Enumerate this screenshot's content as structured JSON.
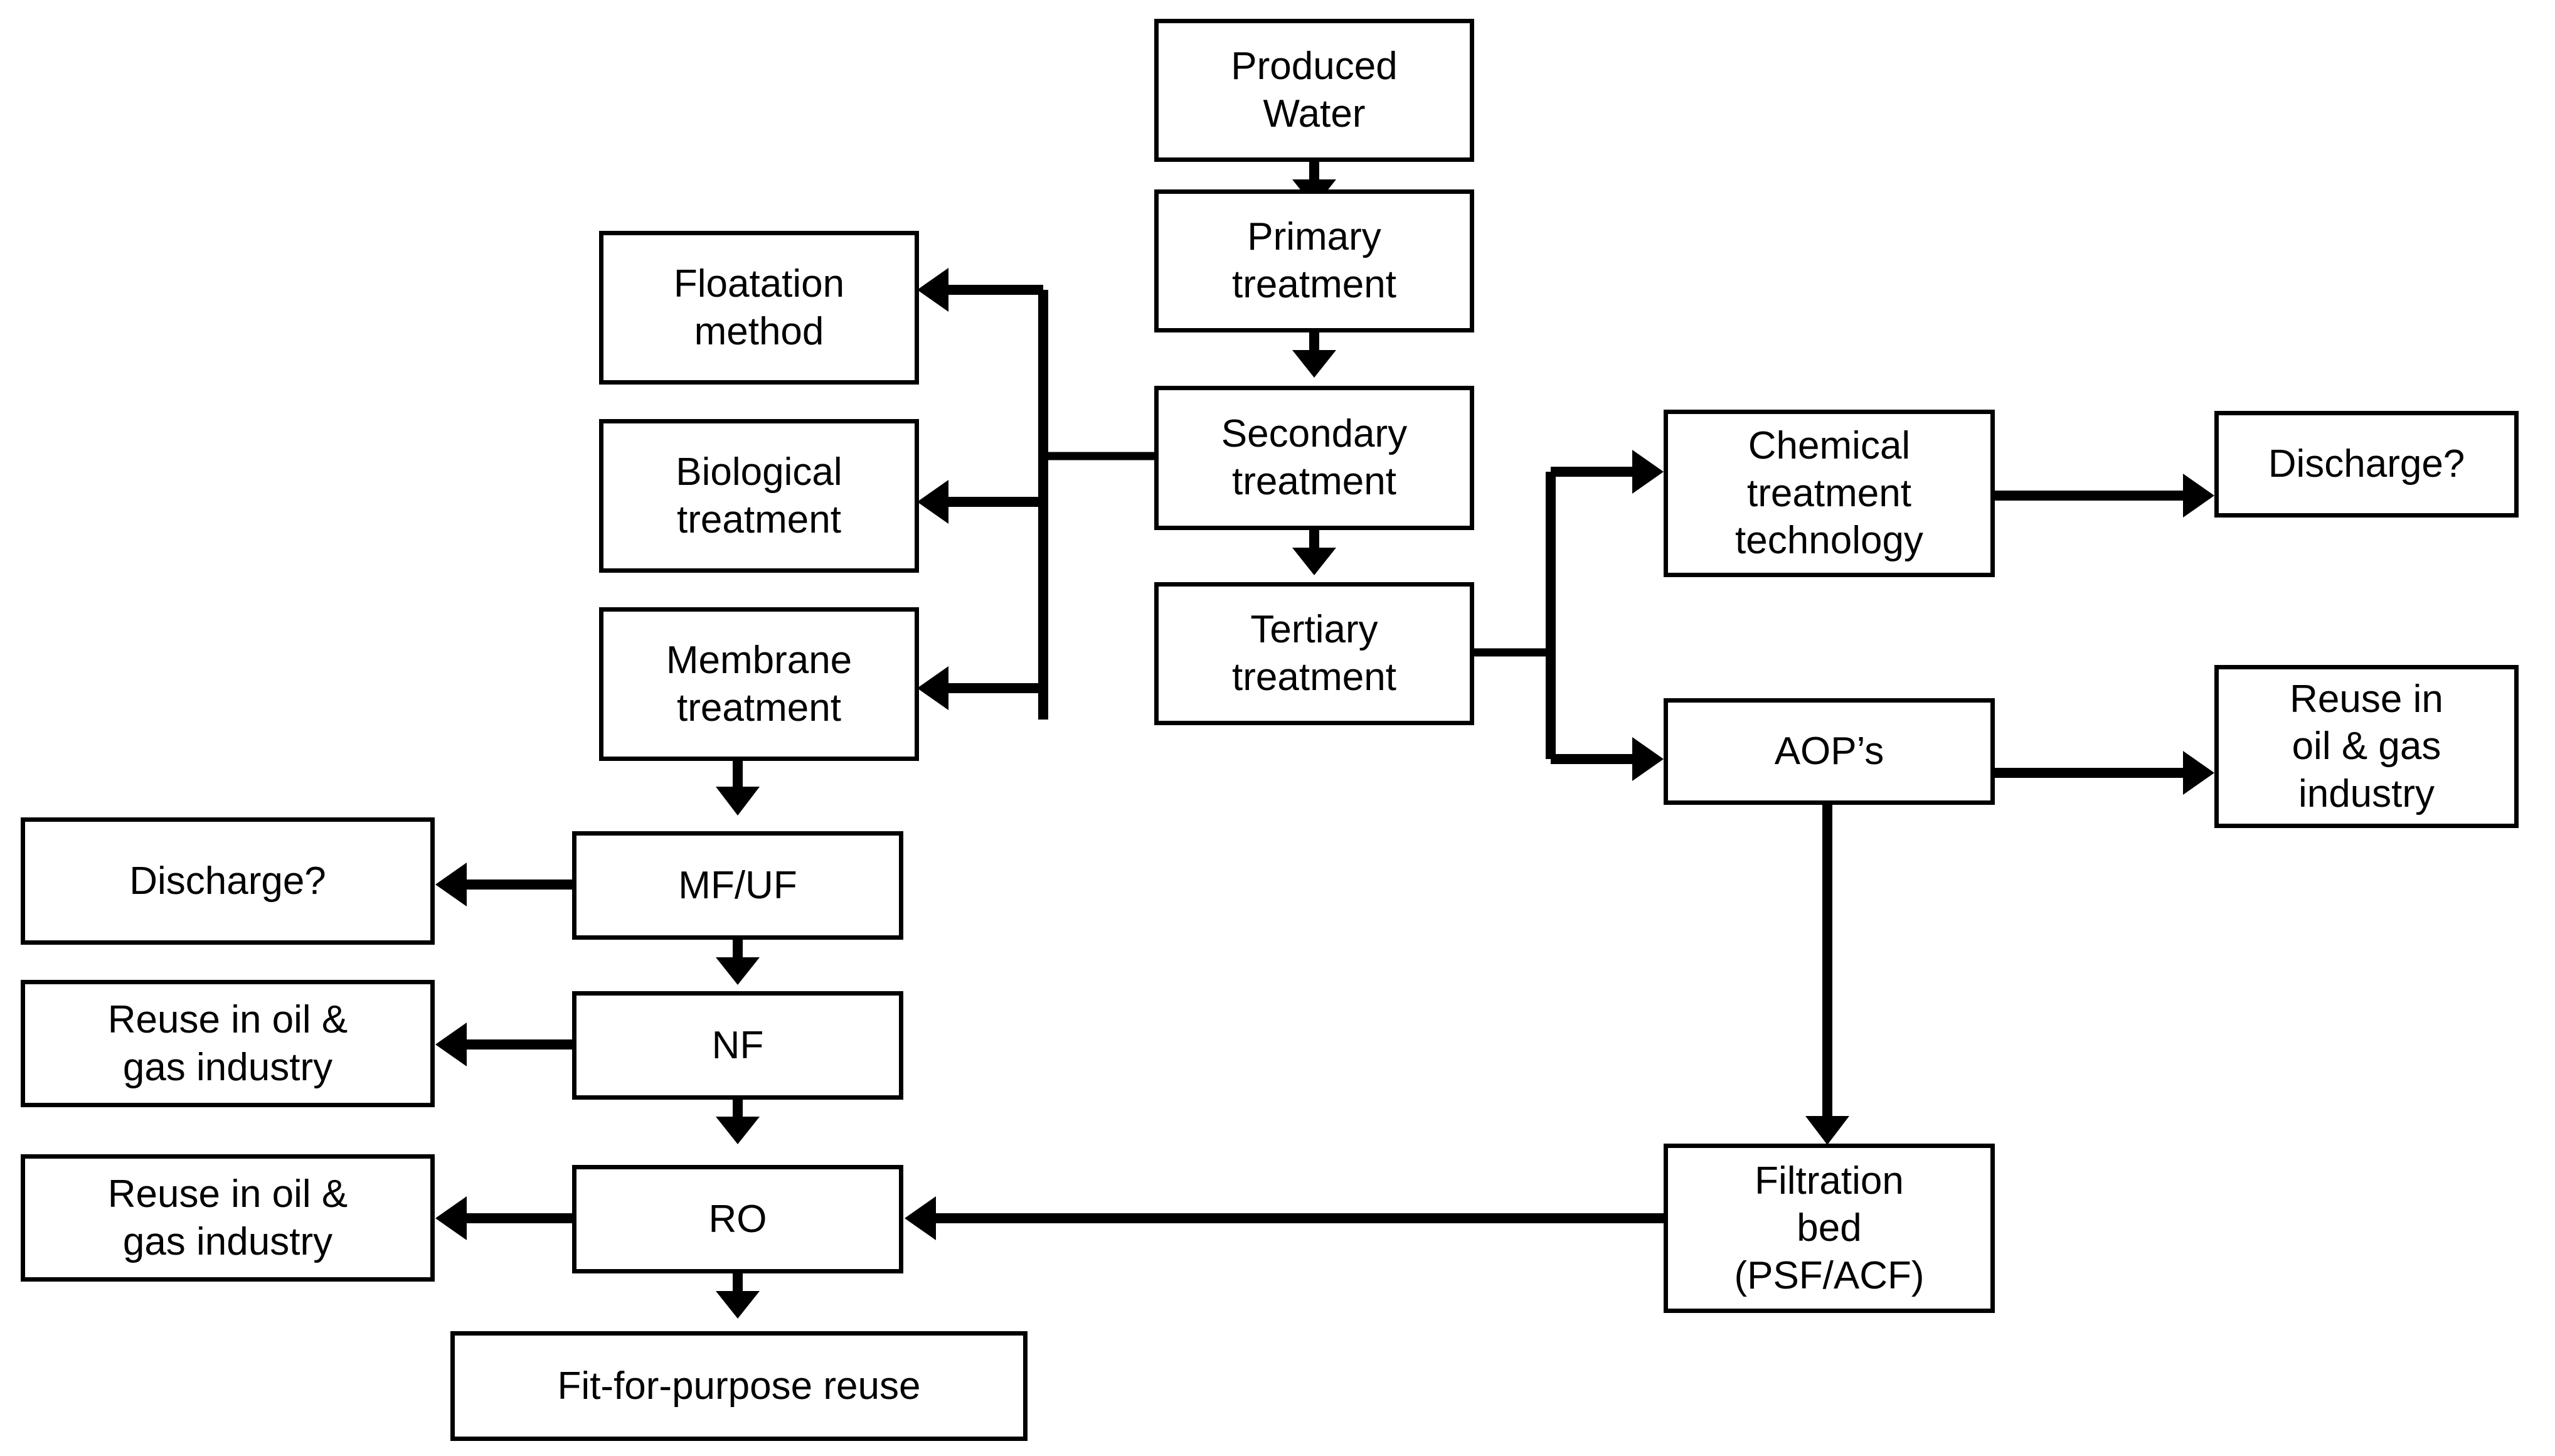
{
  "diagram": {
    "title": "Produced water treatment train flowchart",
    "background_color": "#ffffff",
    "line_color": "#000000",
    "box_border_color": "#000000",
    "box_fill_color": "#ffffff"
  },
  "nodes": {
    "produced_water": "Produced\nWater",
    "primary_treatment": "Primary\ntreatment",
    "secondary_treatment": "Secondary\ntreatment",
    "tertiary_treatment": "Tertiary\ntreatment",
    "floatation_method": "Floatation\nmethod",
    "biological_treatment": "Biological\ntreatment",
    "membrane_treatment": "Membrane\ntreatment",
    "mf_uf": "MF/UF",
    "nf": "NF",
    "ro": "RO",
    "discharge_left": "Discharge?",
    "reuse_nf": "Reuse in oil &\ngas industry",
    "reuse_ro": "Reuse in oil &\ngas industry",
    "fit_for_purpose_reuse": "Fit-for-purpose reuse",
    "chemical_treatment_technology": "Chemical\ntreatment\ntechnology",
    "discharge_right": "Discharge?",
    "aops": "AOP’s",
    "reuse_aops": "Reuse in\noil & gas\nindustry",
    "filtration_bed": "Filtration\nbed\n(PSF/ACF)"
  },
  "edges": [
    {
      "id": "produced-to-primary",
      "from": "produced_water",
      "to": "primary_treatment",
      "direction": "down"
    },
    {
      "id": "primary-to-secondary",
      "from": "primary_treatment",
      "to": "secondary_treatment",
      "direction": "down"
    },
    {
      "id": "secondary-to-tertiary",
      "from": "secondary_treatment",
      "to": "tertiary_treatment",
      "direction": "down"
    },
    {
      "id": "secondary-to-floatation",
      "from": "secondary_treatment",
      "to": "floatation_method",
      "direction": "left"
    },
    {
      "id": "secondary-to-biological",
      "from": "secondary_treatment",
      "to": "biological_treatment",
      "direction": "left"
    },
    {
      "id": "secondary-to-membrane",
      "from": "secondary_treatment",
      "to": "membrane_treatment",
      "direction": "left"
    },
    {
      "id": "membrane-to-mfuf",
      "from": "membrane_treatment",
      "to": "mf_uf",
      "direction": "down"
    },
    {
      "id": "mfuf-to-discharge",
      "from": "mf_uf",
      "to": "discharge_left",
      "direction": "left"
    },
    {
      "id": "mfuf-to-nf",
      "from": "mf_uf",
      "to": "nf",
      "direction": "down"
    },
    {
      "id": "nf-to-reuse",
      "from": "nf",
      "to": "reuse_nf",
      "direction": "left"
    },
    {
      "id": "nf-to-ro",
      "from": "nf",
      "to": "ro",
      "direction": "down"
    },
    {
      "id": "ro-to-reuse",
      "from": "ro",
      "to": "reuse_ro",
      "direction": "left"
    },
    {
      "id": "ro-to-fit-for-purpose",
      "from": "ro",
      "to": "fit_for_purpose_reuse",
      "direction": "down"
    },
    {
      "id": "tertiary-to-chemical",
      "from": "tertiary_treatment",
      "to": "chemical_treatment_technology",
      "direction": "right"
    },
    {
      "id": "tertiary-to-aops",
      "from": "tertiary_treatment",
      "to": "aops",
      "direction": "right"
    },
    {
      "id": "chemical-to-discharge",
      "from": "chemical_treatment_technology",
      "to": "discharge_right",
      "direction": "right"
    },
    {
      "id": "aops-to-reuse",
      "from": "aops",
      "to": "reuse_aops",
      "direction": "right"
    },
    {
      "id": "aops-to-filtration",
      "from": "aops",
      "to": "filtration_bed",
      "direction": "down"
    },
    {
      "id": "filtration-to-ro",
      "from": "filtration_bed",
      "to": "ro",
      "direction": "left"
    }
  ]
}
